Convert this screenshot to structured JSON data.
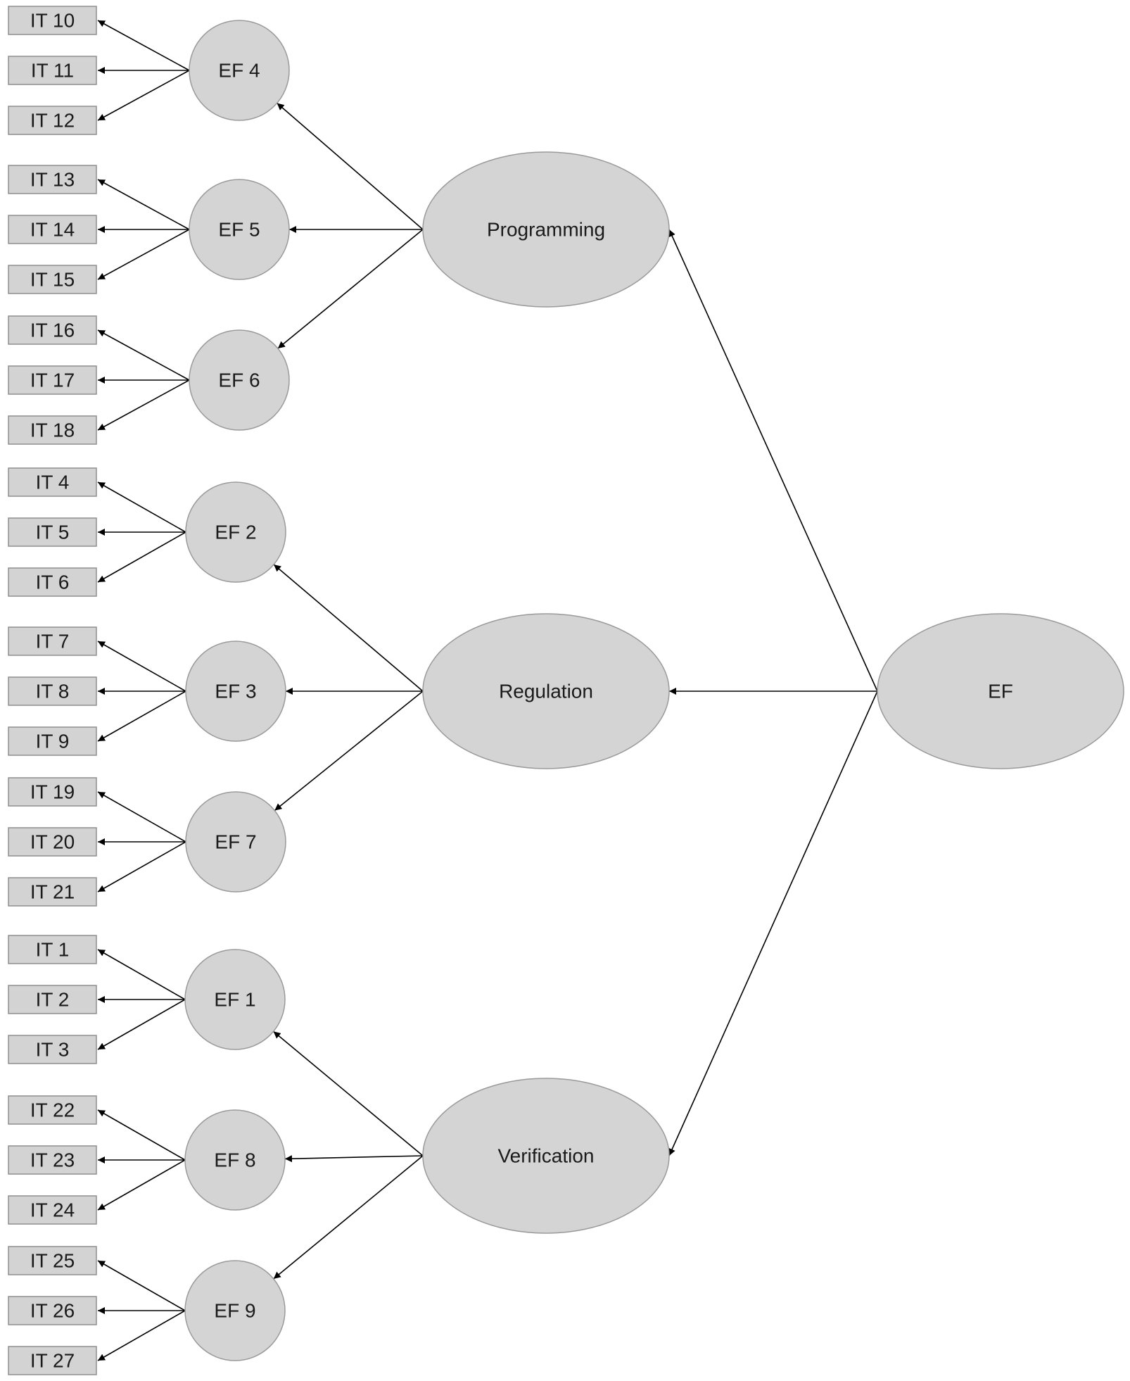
{
  "root": {
    "label": "EF"
  },
  "domains": [
    {
      "label": "Programming",
      "factors": [
        {
          "label": "EF 4",
          "items": [
            "IT 10",
            "IT 11",
            "IT 12"
          ]
        },
        {
          "label": "EF 5",
          "items": [
            "IT 13",
            "IT 14",
            "IT 15"
          ]
        },
        {
          "label": "EF 6",
          "items": [
            "IT 16",
            "IT 17",
            "IT 18"
          ]
        }
      ]
    },
    {
      "label": "Regulation",
      "factors": [
        {
          "label": "EF 2",
          "items": [
            "IT 4",
            "IT 5",
            "IT 6"
          ]
        },
        {
          "label": "EF 3",
          "items": [
            "IT 7",
            "IT 8",
            "IT 9"
          ]
        },
        {
          "label": "EF 7",
          "items": [
            "IT 19",
            "IT 20",
            "IT 21"
          ]
        }
      ]
    },
    {
      "label": "Verification",
      "factors": [
        {
          "label": "EF 1",
          "items": [
            "IT 1",
            "IT 2",
            "IT 3"
          ]
        },
        {
          "label": "EF 8",
          "items": [
            "IT 22",
            "IT 23",
            "IT 24"
          ]
        },
        {
          "label": "EF 9",
          "items": [
            "IT 25",
            "IT 26",
            "IT 27"
          ]
        }
      ]
    }
  ]
}
